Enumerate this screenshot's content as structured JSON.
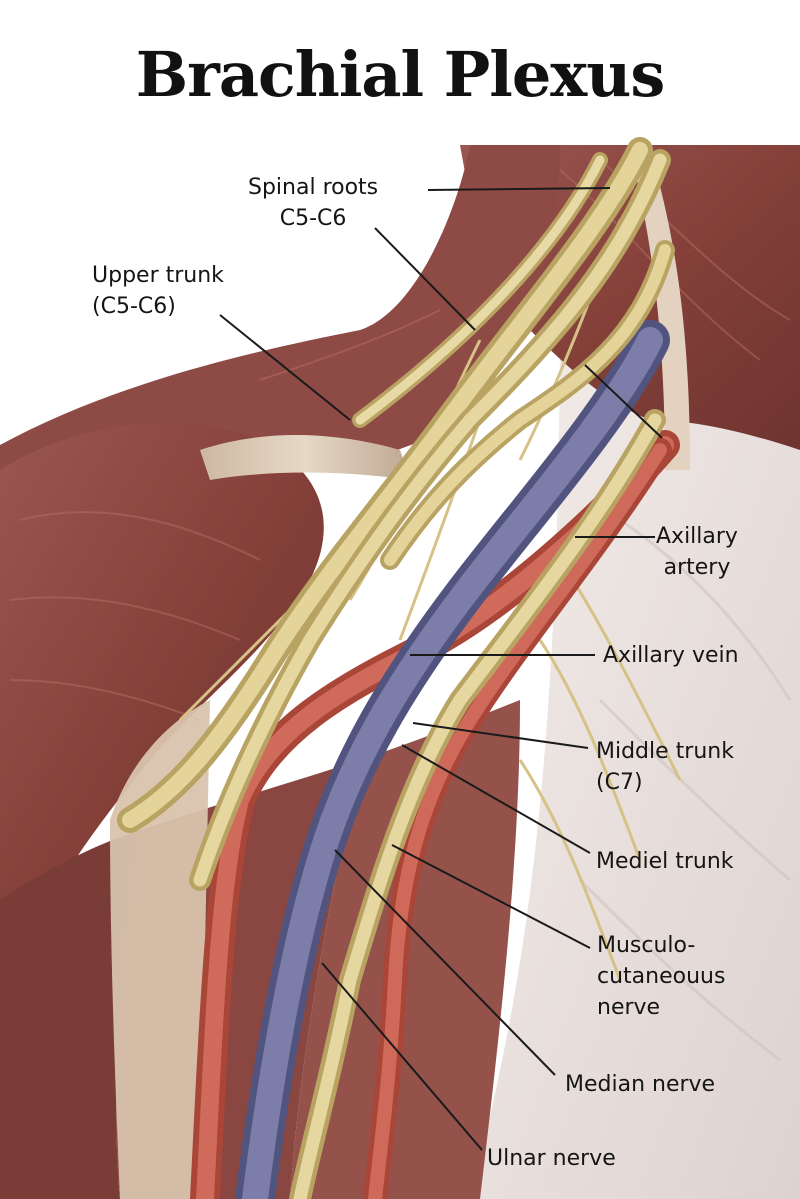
{
  "title": "Brachial Plexus",
  "labels": {
    "spinal_roots": [
      "Spinal roots",
      "C5-C6"
    ],
    "upper_trunk": [
      "Upper trunk",
      "(C5-C6)"
    ],
    "axillary_artery": [
      "Axillary",
      "artery"
    ],
    "axillary_vein": [
      "Axillary vein"
    ],
    "middle_trunk": [
      "Middle trunk",
      "(C7)"
    ],
    "mediel_trunk": [
      "Mediel trunk"
    ],
    "musculocutaneous": [
      "Musculo-",
      "cutaneouus",
      "nerve"
    ],
    "median_nerve": [
      "Median nerve"
    ],
    "ulnar_nerve": [
      "Ulnar nerve"
    ]
  },
  "colors": {
    "background": "#ffffff",
    "muscle": "#8e4a45",
    "nerve": "#d9c68a",
    "artery": "#c0584a",
    "vein": "#6e6f96",
    "chest_skin": "#ece4e0",
    "label_text": "#151515",
    "leader_line": "#1a1a1a"
  }
}
